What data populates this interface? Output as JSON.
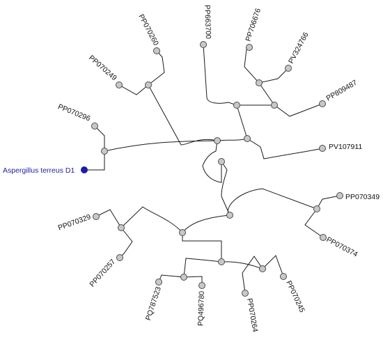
{
  "tree": {
    "root_label": "Aspergillus terreus D1",
    "root_color": "#1c1ca8",
    "node_fill": "#c8c8c8",
    "leaves": [
      "PP070296",
      "PP070249",
      "PP070260",
      "PP663700",
      "PP706676",
      "PV324766",
      "PP809487",
      "PV107911",
      "PP070349",
      "PP070374",
      "PP070245",
      "PP070264",
      "PQ496780",
      "PQ787523",
      "PP070257",
      "PP070329"
    ]
  }
}
